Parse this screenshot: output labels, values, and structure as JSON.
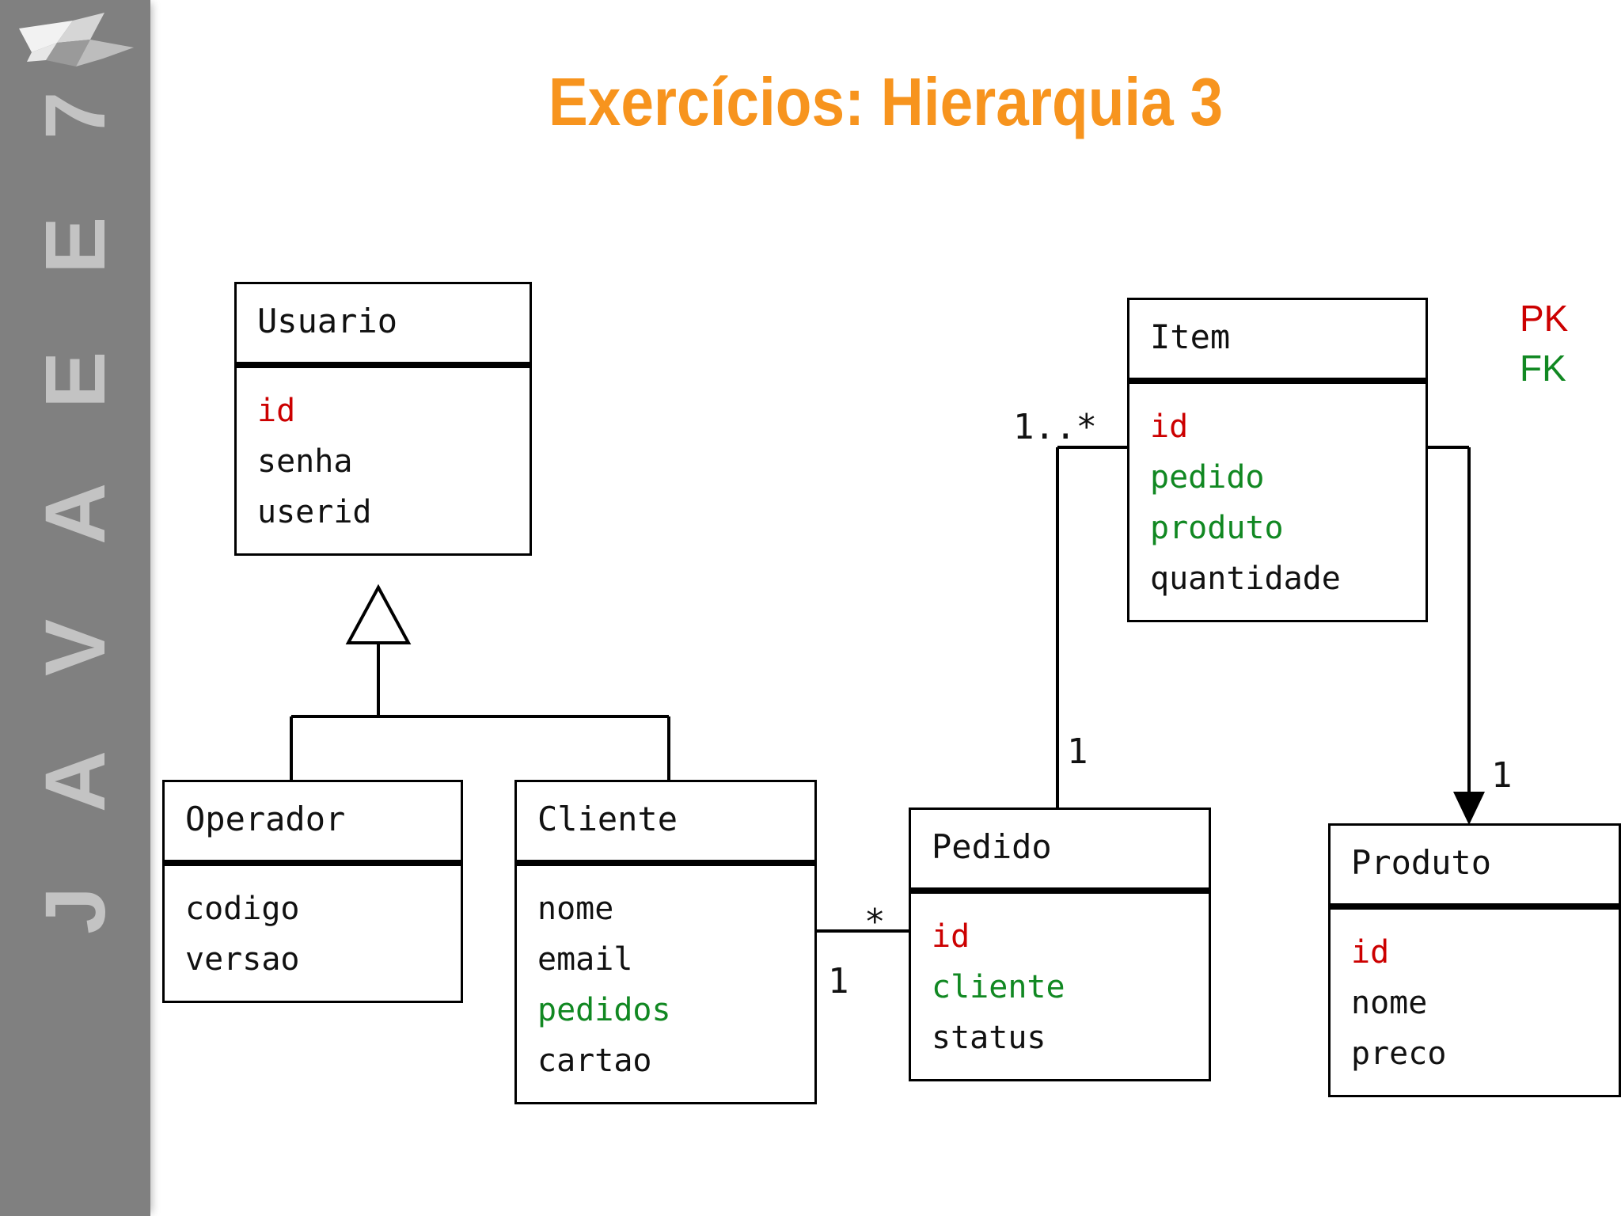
{
  "slide": {
    "title": "Exercícios: Hierarquia 3",
    "title_color": "#F7941E",
    "background": "#FFFFFF"
  },
  "sidebar": {
    "rail_label": "J A V A E E 7",
    "background": "#808080",
    "text_color": "#C3C3C3",
    "logo_icon": "pinwheel-logo-icon"
  },
  "legend": {
    "pk": {
      "label": "PK",
      "color": "#CC0000"
    },
    "fk": {
      "label": "FK",
      "color": "#118822"
    }
  },
  "diagram": {
    "type": "uml-class-diagram",
    "classes": [
      {
        "id": "usuario",
        "name": "Usuario",
        "attributes": [
          {
            "name": "id",
            "key": "pk"
          },
          {
            "name": "senha",
            "key": "none"
          },
          {
            "name": "userid",
            "key": "none"
          }
        ]
      },
      {
        "id": "operador",
        "name": "Operador",
        "attributes": [
          {
            "name": "codigo",
            "key": "none"
          },
          {
            "name": "versao",
            "key": "none"
          }
        ]
      },
      {
        "id": "cliente",
        "name": "Cliente",
        "attributes": [
          {
            "name": "nome",
            "key": "none"
          },
          {
            "name": "email",
            "key": "none"
          },
          {
            "name": "pedidos",
            "key": "fk"
          },
          {
            "name": "cartao",
            "key": "none"
          }
        ]
      },
      {
        "id": "pedido",
        "name": "Pedido",
        "attributes": [
          {
            "name": "id",
            "key": "pk"
          },
          {
            "name": "cliente",
            "key": "fk"
          },
          {
            "name": "status",
            "key": "none"
          }
        ]
      },
      {
        "id": "item",
        "name": "Item",
        "attributes": [
          {
            "name": "id",
            "key": "pk"
          },
          {
            "name": "pedido",
            "key": "fk"
          },
          {
            "name": "produto",
            "key": "fk"
          },
          {
            "name": "quantidade",
            "key": "none"
          }
        ]
      },
      {
        "id": "produto",
        "name": "Produto",
        "attributes": [
          {
            "name": "id",
            "key": "pk"
          },
          {
            "name": "nome",
            "key": "none"
          },
          {
            "name": "preco",
            "key": "none"
          }
        ]
      }
    ],
    "relationships": [
      {
        "id": "rel-generalization",
        "kind": "generalization",
        "from": [
          "operador",
          "cliente"
        ],
        "to": "usuario"
      },
      {
        "id": "rel-cliente-pedido",
        "kind": "association",
        "from": "cliente",
        "to": "pedido",
        "from_multiplicity": "1",
        "to_multiplicity": "*"
      },
      {
        "id": "rel-item-pedido",
        "kind": "association",
        "from": "item",
        "to": "pedido",
        "from_multiplicity": "1..*",
        "to_multiplicity": "1"
      },
      {
        "id": "rel-item-produto",
        "kind": "association",
        "from": "item",
        "to": "produto",
        "to_multiplicity": "1"
      }
    ],
    "multiplicity_labels": [
      {
        "id": "mult-item-pedido-many",
        "text": "1..*"
      },
      {
        "id": "mult-pedido-one",
        "text": "1"
      },
      {
        "id": "mult-produto-one",
        "text": "1"
      },
      {
        "id": "mult-pedido-many",
        "text": "*"
      },
      {
        "id": "mult-cliente-one",
        "text": "1"
      }
    ]
  }
}
